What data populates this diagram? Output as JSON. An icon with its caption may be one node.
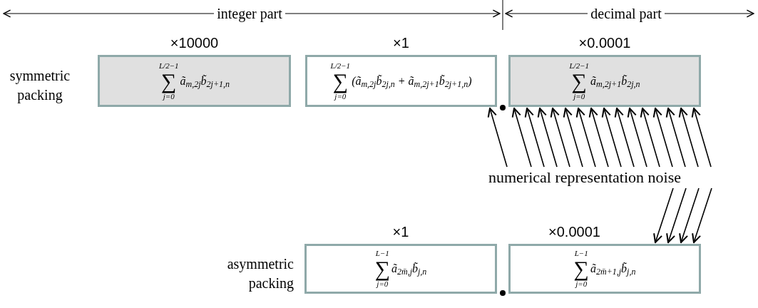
{
  "diagram": {
    "nodes": [
      {
        "text": [
          "L/2−1",
          "∑",
          "j=0",
          "ã$_{m,2j}$b̃$_{2j+1,n}$"
        ],
        "beside": [
          "×10000"
        ]
      },
      {
        "text": [
          "L/2−1",
          "∑",
          "j=0",
          "(ã$_{m,2j}$b̃$_{2j,n}$ + ã$_{m,2j+1}$b̃$_{2j+1,n}$)"
        ],
        "beside": [
          "×1"
        ]
      },
      {
        "text": [
          "L/2−1",
          "∑",
          "j=0",
          "ã$_{m,2j+1}$b̃$_{2j,n}$"
        ],
        "beside": [
          "×0.0001"
        ]
      },
      {
        "text": [
          "numerical representation noise"
        ]
      },
      {
        "text": [
          "L−1",
          "∑",
          "j=0",
          "ã$_{2m̄,j}$b̃$_{j,n}$"
        ],
        "beside": [
          "×1"
        ]
      },
      {
        "text": [
          "L−1",
          "∑",
          "j=0",
          "ã$_{2m̄+1,j}$b̃$_{j,n}$"
        ],
        "beside": [
          "×0.0001"
        ]
      }
    ],
    "edges": [
      {
        "from": 3,
        "to": 1,
        "arrow": "to"
      },
      {
        "from": 3,
        "to": 2,
        "arrow": "to"
      },
      {
        "from": 3,
        "to": 2,
        "arrow": "to"
      },
      {
        "from": 3,
        "to": 2,
        "arrow": "to"
      },
      {
        "from": 3,
        "to": 2,
        "arrow": "to"
      },
      {
        "from": 3,
        "to": 2,
        "arrow": "to"
      },
      {
        "from": 3,
        "to": 2,
        "arrow": "to"
      },
      {
        "from": 3,
        "to": 2,
        "arrow": "to"
      },
      {
        "from": 3,
        "to": 2,
        "arrow": "to"
      },
      {
        "from": 3,
        "to": 2,
        "arrow": "to"
      },
      {
        "from": 3,
        "to": 2,
        "arrow": "to"
      },
      {
        "from": 3,
        "to": 2,
        "arrow": "to"
      },
      {
        "from": 3,
        "to": 2,
        "arrow": "to"
      },
      {
        "from": 3,
        "to": 2,
        "arrow": "to"
      },
      {
        "from": 3,
        "to": 2,
        "arrow": "to"
      },
      {
        "from": 3,
        "to": 2,
        "arrow": "to"
      },
      {
        "from": 3,
        "to": 5,
        "arrow": "to"
      },
      {
        "from": 3,
        "to": 5,
        "arrow": "to"
      },
      {
        "from": 3,
        "to": 5,
        "arrow": "to"
      },
      {
        "from": 3,
        "to": 5,
        "arrow": "to"
      }
    ],
    "labels": [
      "integer part",
      "decimal part",
      "symmetric packing",
      "asymmetric packing"
    ]
  }
}
